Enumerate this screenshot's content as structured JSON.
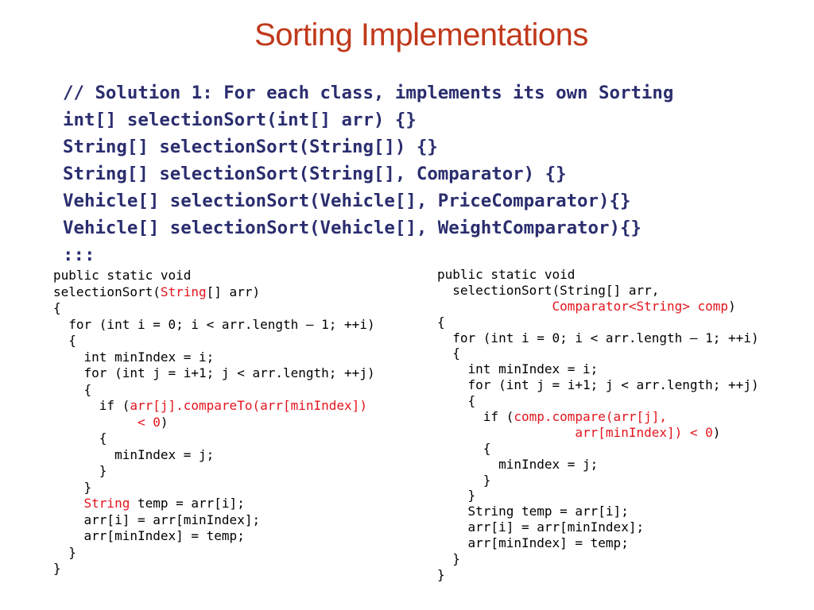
{
  "slide": {
    "title": "Sorting Implementations",
    "accent_colors": {
      "title": "#c0391b",
      "header_code": "#2a2d6e",
      "highlight": "#e4141c"
    }
  },
  "header_code": [
    "// Solution 1: For each class, implements its own Sorting",
    "int[] selectionSort(int[] arr) {}",
    "String[] selectionSort(String[]) {}",
    "String[] selectionSort(String[], Comparator) {}",
    "Vehicle[] selectionSort(Vehicle[], PriceComparator){}",
    "Vehicle[] selectionSort(Vehicle[], WeightComparator){}",
    ":::"
  ],
  "left_code": [
    [
      {
        "t": "public static void"
      }
    ],
    [
      {
        "t": "selectionSort("
      },
      {
        "t": "String",
        "red": true
      },
      {
        "t": "[] arr)"
      }
    ],
    [
      {
        "t": "{"
      }
    ],
    [
      {
        "t": "  for (int i = 0; i < arr.length – 1; ++i)"
      }
    ],
    [
      {
        "t": "  {"
      }
    ],
    [
      {
        "t": "    int minIndex = i;"
      }
    ],
    [
      {
        "t": "    for (int j = i+1; j < arr.length; ++j)"
      }
    ],
    [
      {
        "t": "    {"
      }
    ],
    [
      {
        "t": "      if ("
      },
      {
        "t": "arr[j].compareTo(arr[minIndex])",
        "red": true
      }
    ],
    [
      {
        "t": "           "
      },
      {
        "t": "< 0",
        "red": true
      },
      {
        "t": ")"
      }
    ],
    [
      {
        "t": "      {"
      }
    ],
    [
      {
        "t": "        minIndex = j;"
      }
    ],
    [
      {
        "t": "      }"
      }
    ],
    [
      {
        "t": "    }"
      }
    ],
    [
      {
        "t": "    "
      },
      {
        "t": "String",
        "red": true
      },
      {
        "t": " temp = arr[i];"
      }
    ],
    [
      {
        "t": "    arr[i] = arr[minIndex];"
      }
    ],
    [
      {
        "t": "    arr[minIndex] = temp;"
      }
    ],
    [
      {
        "t": "  }"
      }
    ],
    [
      {
        "t": "}"
      }
    ]
  ],
  "right_code": [
    [
      {
        "t": "public static void"
      }
    ],
    [
      {
        "t": "  selectionSort(String[] arr,"
      }
    ],
    [
      {
        "t": "               "
      },
      {
        "t": "Comparator<String> comp",
        "red": true
      },
      {
        "t": ")"
      }
    ],
    [
      {
        "t": "{"
      }
    ],
    [
      {
        "t": "  for (int i = 0; i < arr.length – 1; ++i)"
      }
    ],
    [
      {
        "t": "  {"
      }
    ],
    [
      {
        "t": "    int minIndex = i;"
      }
    ],
    [
      {
        "t": "    for (int j = i+1; j < arr.length; ++j)"
      }
    ],
    [
      {
        "t": "    {"
      }
    ],
    [
      {
        "t": "      if ("
      },
      {
        "t": "comp.compare(arr[j],",
        "red": true
      }
    ],
    [
      {
        "t": "                  "
      },
      {
        "t": "arr[minIndex]) < 0",
        "red": true
      },
      {
        "t": ")"
      }
    ],
    [
      {
        "t": "      {"
      }
    ],
    [
      {
        "t": "        minIndex = j;"
      }
    ],
    [
      {
        "t": "      }"
      }
    ],
    [
      {
        "t": "    }"
      }
    ],
    [
      {
        "t": "    String temp = arr[i];"
      }
    ],
    [
      {
        "t": "    arr[i] = arr[minIndex];"
      }
    ],
    [
      {
        "t": "    arr[minIndex] = temp;"
      }
    ],
    [
      {
        "t": "  }"
      }
    ],
    [
      {
        "t": "}"
      }
    ]
  ]
}
